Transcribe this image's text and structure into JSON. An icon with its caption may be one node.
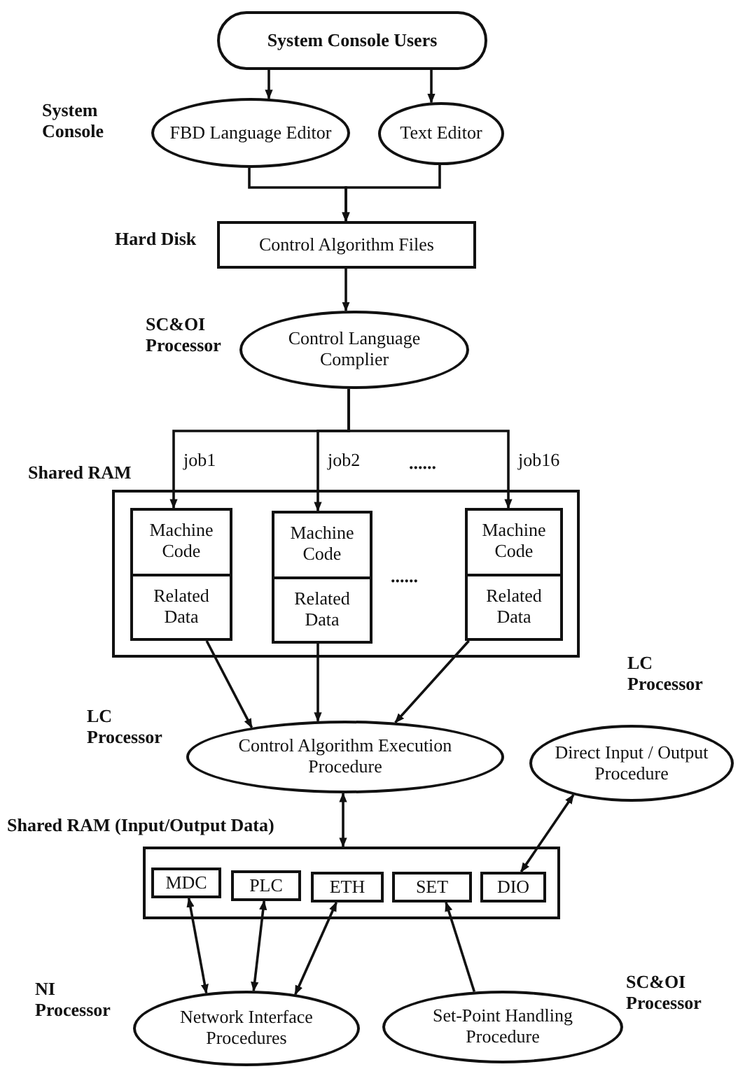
{
  "diagram": {
    "nodes": [
      {
        "text": [
          "System Console Users"
        ]
      },
      {
        "text": [
          "FBD Language Editor"
        ]
      },
      {
        "text": [
          "Text Editor"
        ]
      },
      {
        "text": [
          "Control Algorithm Files"
        ]
      },
      {
        "text": [
          "Control Language Complier"
        ]
      },
      {
        "text": [],
        "shape": "box"
      },
      {
        "text": [
          "Machine Code",
          "Related Data"
        ],
        "in": 5
      },
      {
        "text": [
          "Machine Code",
          "Related Data"
        ],
        "in": 5
      },
      {
        "text": [
          "Machine Code",
          "Related Data"
        ],
        "in": 5
      },
      {
        "text": [
          "Control Algorithm Execution Procedure"
        ]
      },
      {
        "text": [
          "Direct Input / Output Procedure"
        ]
      },
      {
        "text": [],
        "shape": "box"
      },
      {
        "text": [
          "MDC"
        ],
        "in": 11
      },
      {
        "text": [
          "PLC"
        ],
        "in": 11
      },
      {
        "text": [
          "ETH"
        ],
        "in": 11
      },
      {
        "text": [
          "SET"
        ],
        "in": 11
      },
      {
        "text": [
          "DIO"
        ],
        "in": 11
      },
      {
        "text": [
          "Network Interface Procedures"
        ]
      },
      {
        "text": [
          "Set-Point Handling Procedure"
        ]
      }
    ],
    "edges": [
      {
        "from": 0,
        "to": 1,
        "arrow": "to"
      },
      {
        "from": 0,
        "to": 2,
        "arrow": "to"
      },
      {
        "from": 1,
        "to": 3,
        "arrow": "to"
      },
      {
        "from": 2,
        "to": 3,
        "arrow": "to"
      },
      {
        "from": 3,
        "to": 4,
        "arrow": "to"
      },
      {
        "from": 4,
        "to": 6,
        "arrow": "to",
        "label": "job1"
      },
      {
        "from": 4,
        "to": 7,
        "arrow": "to",
        "label": "job2"
      },
      {
        "from": 4,
        "to": 8,
        "arrow": "to",
        "label": "job16"
      },
      {
        "from": 6,
        "to": 9,
        "arrow": "to"
      },
      {
        "from": 7,
        "to": 9,
        "arrow": "to"
      },
      {
        "from": 8,
        "to": 9,
        "arrow": "to"
      },
      {
        "from": 9,
        "to": 11,
        "arrow": "both"
      },
      {
        "from": 10,
        "to": 16,
        "arrow": "both"
      },
      {
        "from": 12,
        "to": 17,
        "arrow": "both"
      },
      {
        "from": 13,
        "to": 17,
        "arrow": "both"
      },
      {
        "from": 14,
        "to": 17,
        "arrow": "both"
      },
      {
        "from": 18,
        "to": 15,
        "arrow": "to"
      }
    ],
    "labels": [
      "System Console",
      "Hard Disk",
      "SC&OI Processor",
      "Shared RAM",
      "......",
      "......",
      "LC Processor",
      "LC Processor",
      "Shared RAM (Input/Output Data)",
      "SC&OI Processor",
      "NI Processor"
    ]
  }
}
